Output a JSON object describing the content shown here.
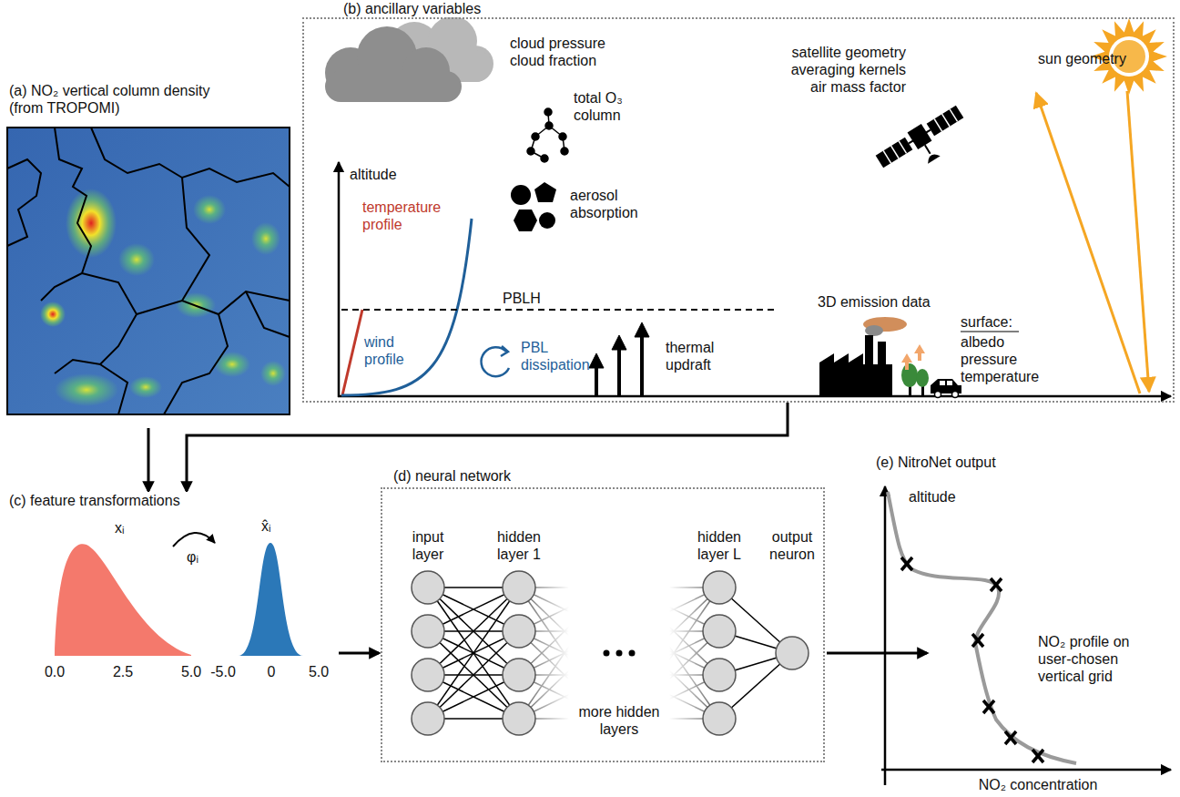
{
  "diagram": {
    "nodes": [
      {
        "text": [
          "(a) NO₂ vertical column density (from TROPOMI)"
        ]
      },
      {
        "text": [
          "(b) ancillary variables"
        ]
      },
      {
        "text": [
          "(c) feature transformations"
        ]
      },
      {
        "text": [
          "(d) neural network"
        ]
      },
      {
        "text": [
          "(e) NitroNet output"
        ]
      }
    ],
    "edges": [
      {
        "from": 0,
        "to": 2,
        "arrow": "to"
      },
      {
        "from": 1,
        "to": 2,
        "arrow": "to"
      },
      {
        "from": 2,
        "to": 3,
        "arrow": "to"
      },
      {
        "from": 3,
        "to": 4,
        "arrow": "to"
      }
    ],
    "labels": [
      "cloud pressure cloud fraction",
      "total O₃ column",
      "satellite geometry averaging kernels air mass factor",
      "sun geometry",
      "altitude",
      "temperature profile",
      "aerosol absorption",
      "PBLH",
      "3D emission data",
      "thermal updraft",
      "wind profile",
      "PBL dissipation",
      "surface:",
      "albedo pressure temperature",
      "xᵢ",
      "φᵢ",
      "x̂ᵢ",
      "0.0",
      "2.5",
      "5.0",
      "-5.0",
      "0",
      "5.0",
      "input layer",
      "hidden layer 1",
      "hidden layer L",
      "output neuron",
      "more hidden layers",
      "altitude",
      "NO₂ profile on user-chosen vertical grid",
      "NO₂ concentration"
    ]
  }
}
